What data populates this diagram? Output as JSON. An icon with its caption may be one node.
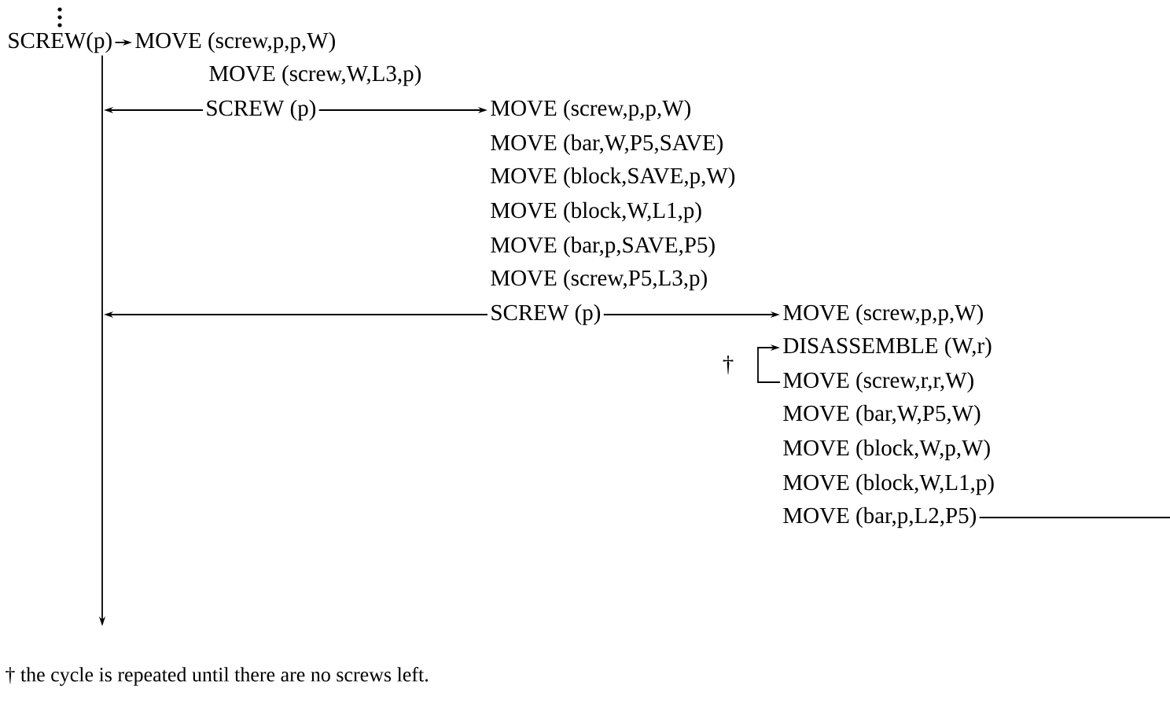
{
  "diagram": {
    "caption": "† the cycle is repeated until there are no screws left.",
    "nodes": [
      {
        "text": [
          "SCREW(p)"
        ]
      },
      {
        "text": [
          "MOVE (screw,p,p,W)"
        ]
      },
      {
        "text": [
          "MOVE (screw,W,L3,p)"
        ]
      },
      {
        "text": [
          "SCREW (p)"
        ]
      },
      {
        "text": [
          "MOVE (screw,p,p,W)"
        ]
      },
      {
        "text": [
          "MOVE (bar,W,P5,SAVE)"
        ]
      },
      {
        "text": [
          "MOVE (block,SAVE,p,W)"
        ]
      },
      {
        "text": [
          "MOVE (block,W,L1,p)"
        ]
      },
      {
        "text": [
          "MOVE (bar,p,SAVE,P5)"
        ]
      },
      {
        "text": [
          "MOVE (screw,P5,L3,p)"
        ]
      },
      {
        "text": [
          "SCREW (p)"
        ]
      },
      {
        "text": [
          "MOVE (screw,p,p,W)"
        ]
      },
      {
        "text": [
          "DISASSEMBLE (W,r)"
        ]
      },
      {
        "text": [
          "MOVE (screw,r,r,W)"
        ]
      },
      {
        "text": [
          "MOVE (bar,W,P5,W)"
        ]
      },
      {
        "text": [
          "MOVE (block,W,p,W)"
        ]
      },
      {
        "text": [
          "MOVE (block,W,L1,p)"
        ]
      },
      {
        "text": [
          "MOVE (bar,p,L2,P5)"
        ]
      }
    ],
    "edges": [
      {
        "from": 0,
        "to": 1,
        "arrow": "to"
      },
      {
        "from": 0,
        "to": null,
        "arrow": "to"
      },
      {
        "from": 3,
        "to": null,
        "arrow": "to"
      },
      {
        "from": 3,
        "to": 4,
        "arrow": "to"
      },
      {
        "from": 10,
        "to": null,
        "arrow": "to"
      },
      {
        "from": 10,
        "to": 11,
        "arrow": "to"
      },
      {
        "from": 13,
        "to": 12,
        "arrow": "to"
      },
      {
        "from": 17,
        "to": null,
        "arrow": "none"
      }
    ],
    "labels": [
      "†"
    ]
  }
}
